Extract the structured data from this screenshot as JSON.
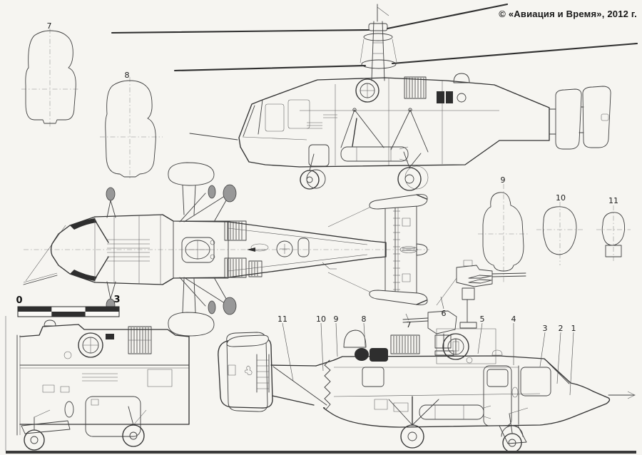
{
  "page": {
    "copyright": "© «Авиация и Время», 2012 г.",
    "paper_color": "#f6f5f1",
    "ink_color": "#3f3f3f"
  },
  "scale_bar": {
    "start": "0",
    "end": "3"
  },
  "sections": {
    "s7": "7",
    "s8": "8",
    "s9": "9",
    "s10": "10",
    "s11": "11"
  },
  "callouts": {
    "c1": "1",
    "c2": "2",
    "c3": "3",
    "c4": "4",
    "c5": "5",
    "c6": "6",
    "c7": "7",
    "c8": "8",
    "c9": "9",
    "c10": "10",
    "c11": "11"
  }
}
